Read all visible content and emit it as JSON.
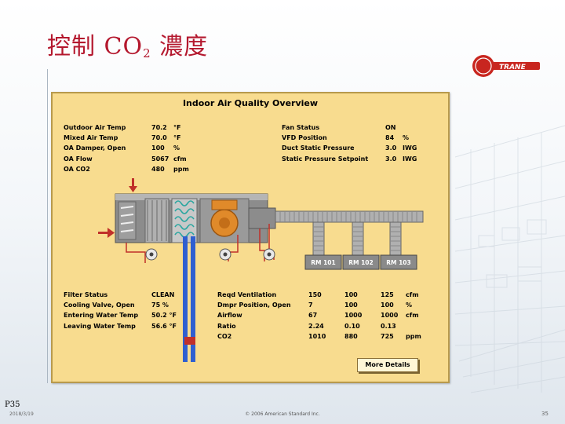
{
  "slide": {
    "title_main": "控制 CO",
    "title_sub": "2",
    "title_tail": " 濃度",
    "page_label": "P35",
    "date": "2018/3/19",
    "copyright": "© 2006 American Standard Inc.",
    "page_number": "35",
    "brand": "TRANE",
    "accent_color": "#b4182e"
  },
  "panel": {
    "title": "Indoor Air Quality Overview",
    "top_left": {
      "labels": [
        "Outdoor Air Temp",
        "Mixed Air Temp",
        "OA Damper, Open",
        "OA Flow",
        "OA CO2"
      ],
      "values": [
        "70.2",
        "70.0",
        "100",
        "5067",
        "480"
      ],
      "units": [
        "°F",
        "°F",
        "%",
        "cfm",
        "ppm"
      ]
    },
    "top_right": {
      "labels": [
        "Fan Status",
        "VFD Position",
        "Duct Static Pressure",
        "Static Pressure Setpoint"
      ],
      "values": [
        "ON",
        "84",
        "3.0",
        "3.0"
      ],
      "units": [
        "",
        "%",
        "IWG",
        "IWG"
      ]
    },
    "rooms": [
      "RM 101",
      "RM 102",
      "RM 103"
    ],
    "bottom_left": {
      "labels": [
        "Filter Status",
        "Cooling Valve, Open",
        "Entering Water Temp",
        "Leaving Water Temp"
      ],
      "values": [
        "CLEAN",
        "75 %",
        "50.2 °F",
        "56.6 °F"
      ]
    },
    "bottom_table": {
      "labels": [
        "Reqd Ventilation",
        "Dmpr Position, Open",
        "Airflow",
        "Ratio",
        "CO2"
      ],
      "rm101": [
        "150",
        "7",
        "67",
        "2.24",
        "1010"
      ],
      "rm102": [
        "100",
        "100",
        "1000",
        "0.10",
        "880"
      ],
      "rm103": [
        "125",
        "100",
        "1000",
        "0.13",
        "725"
      ],
      "units": [
        "cfm",
        "%",
        "cfm",
        "",
        "ppm"
      ]
    },
    "more_details_label": "More Details",
    "panel_color": "#f8dc8f",
    "duct_color": "#a8a8a8",
    "pipe_colors": [
      "#2f5fd0",
      "#c0302a"
    ]
  }
}
